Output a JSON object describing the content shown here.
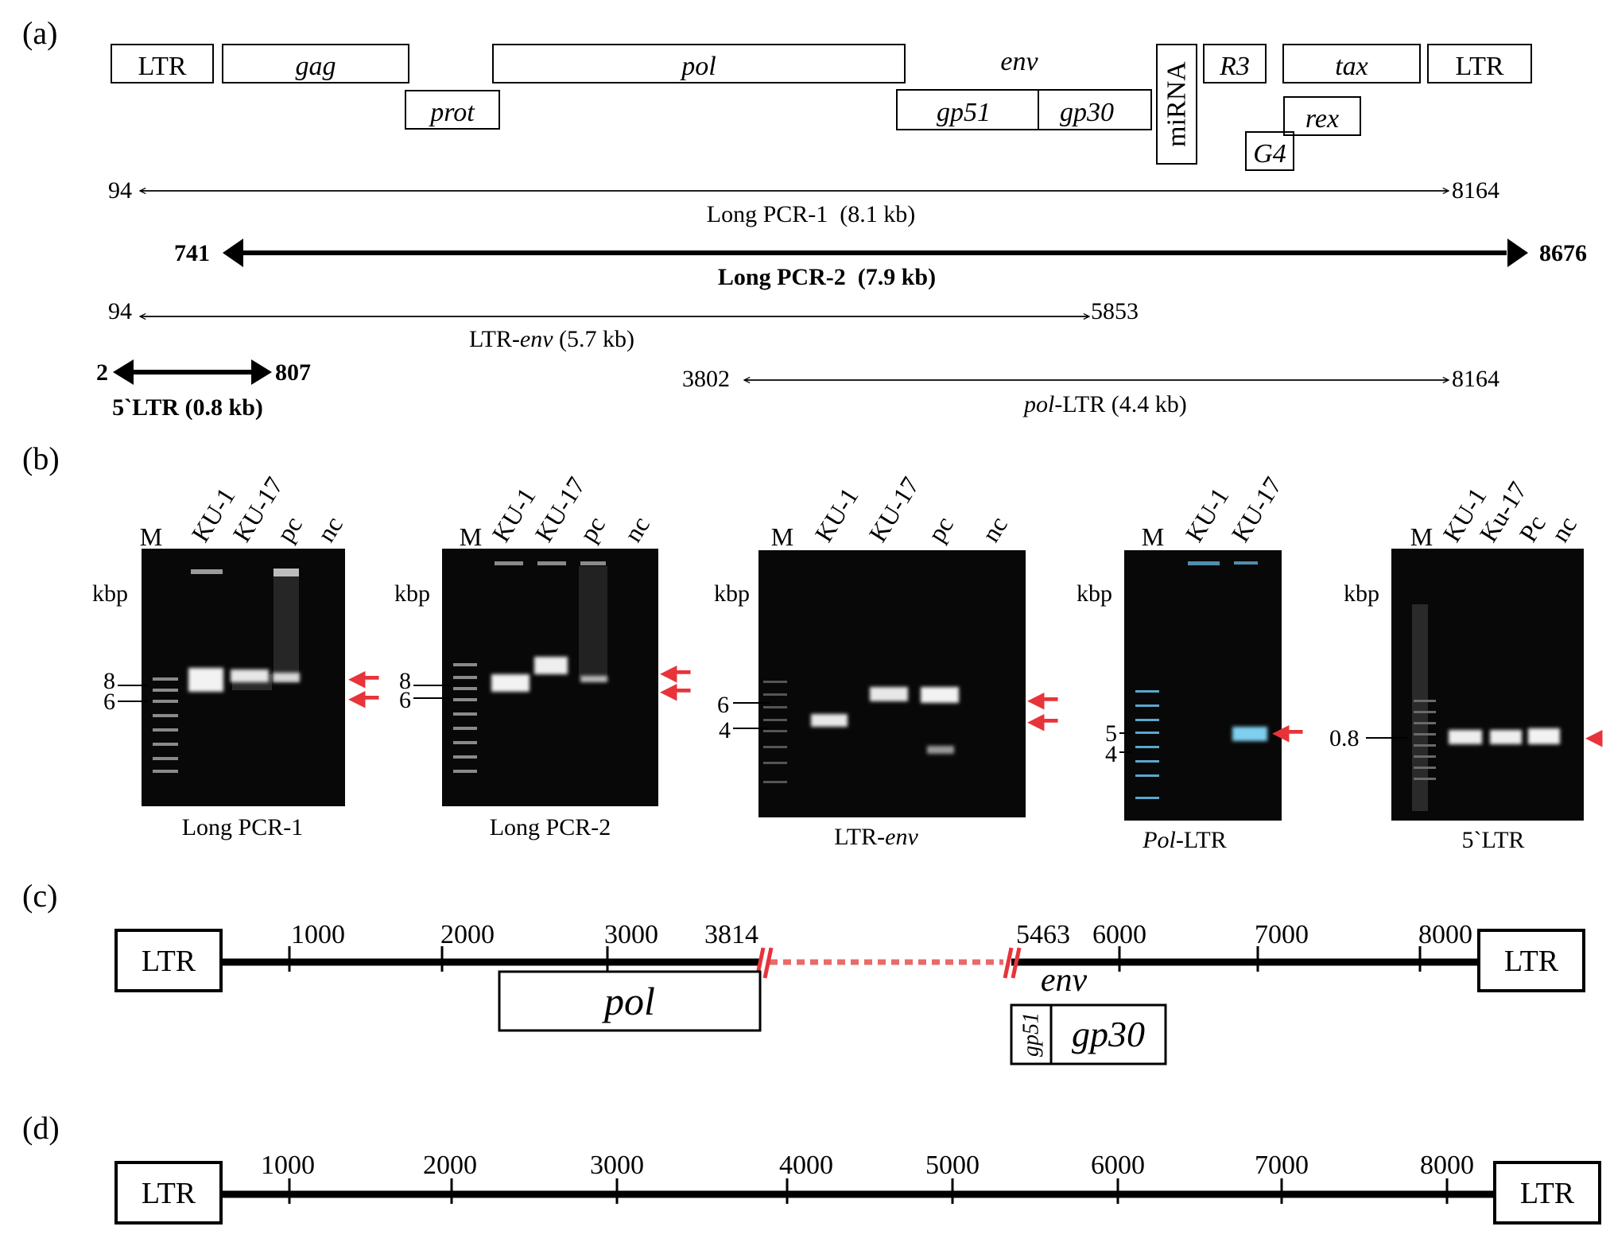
{
  "panel_labels": {
    "a": "(a)",
    "b": "(b)",
    "c": "(c)",
    "d": "(d)"
  },
  "genome_map": {
    "ltr5": "LTR",
    "gag": "gag",
    "prot": "prot",
    "pol": "pol",
    "env": "env",
    "gp51": "gp51",
    "gp30": "gp30",
    "mirna": "miRNA",
    "r3": "R3",
    "tax": "tax",
    "rex": "rex",
    "g4": "G4",
    "ltr3": "LTR"
  },
  "amplicons": {
    "long_pcr_1": {
      "start": "94",
      "end": "8164",
      "label": "Long PCR-1  (8.1 kb)"
    },
    "long_pcr_2": {
      "start": "741",
      "end": "8676",
      "label": "Long PCR-2  (7.9 kb)"
    },
    "ltr_env": {
      "start": "94",
      "end": "5853",
      "label_italic": "LTR-",
      "label_italic_part": "env",
      "label_rest": " (5.7 kb)"
    },
    "pol_ltr": {
      "start": "3802",
      "end": "8164",
      "label_italic": "pol",
      "label_rest": "-LTR (4.4 kb)"
    },
    "ltr5": {
      "start": "2",
      "end": "807",
      "label": "5`LTR (0.8 kb)"
    }
  },
  "gels": [
    {
      "title": "Long PCR-1",
      "lanes": [
        "M",
        "KU-1",
        "KU-17",
        "pc",
        "nc"
      ],
      "unit": "kbp",
      "markers": [
        "8",
        "6"
      ]
    },
    {
      "title": "Long PCR-2",
      "lanes": [
        "M",
        "KU-1",
        "KU-17",
        "pc",
        "nc"
      ],
      "unit": "kbp",
      "markers": [
        "8",
        "6"
      ]
    },
    {
      "title_plain": "LTR-",
      "title_italic": "env",
      "lanes": [
        "M",
        "KU-1",
        "KU-17",
        "pc",
        "nc"
      ],
      "unit": "kbp",
      "markers": [
        "6",
        "4"
      ]
    },
    {
      "title_italic": "Pol",
      "title_plain": "-LTR",
      "lanes": [
        "M",
        "KU-1",
        "KU-17"
      ],
      "unit": "kbp",
      "markers": [
        "5",
        "4"
      ]
    },
    {
      "title": "5`LTR",
      "lanes": [
        "M",
        "KU-1",
        "Ku-17",
        "Pc",
        "nc"
      ],
      "unit": "kbp",
      "markers": [
        "0.8"
      ]
    }
  ],
  "panel_c": {
    "ltr_left": "LTR",
    "ltr_right": "LTR",
    "ticks": [
      "1000",
      "2000",
      "3000",
      "6000",
      "7000",
      "8000"
    ],
    "break_start": "3814",
    "break_end": "5463",
    "pol": "pol",
    "env": "env",
    "gp51": "gp51",
    "gp30": "gp30"
  },
  "panel_d": {
    "ltr_left": "LTR",
    "ltr_right": "LTR",
    "ticks": [
      "1000",
      "2000",
      "3000",
      "4000",
      "5000",
      "6000",
      "7000",
      "8000"
    ]
  },
  "colors": {
    "arrow_red": "#e8333a",
    "gel_bg": "#080808",
    "band": "#f2f2f2",
    "pol_ltr_band": "#7fd0f0"
  }
}
